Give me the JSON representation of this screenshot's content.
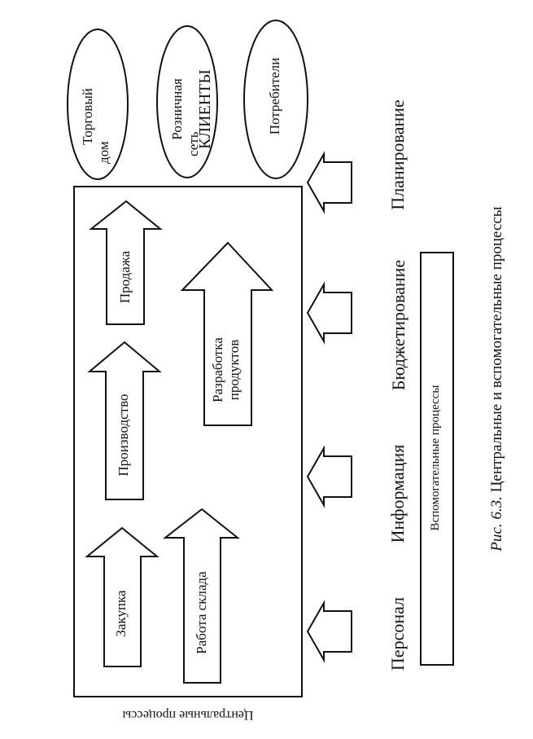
{
  "clients": {
    "title": "КЛИЕНТЫ",
    "items": [
      {
        "line1": "Торговый",
        "line2": "дом"
      },
      {
        "line1": "Розничная",
        "line2": "сеть"
      },
      {
        "line1": "Потребители",
        "line2": ""
      }
    ]
  },
  "central": {
    "label": "Центральные процессы",
    "arrows": {
      "zakupka": "Закупка",
      "proizvodstvo": "Производство",
      "prodazha": "Продажа",
      "rabota_sklada": "Работа склада",
      "razrabotka_line1": "Разработка",
      "razrabotka_line2": "продуктов"
    }
  },
  "support": {
    "items": [
      "Персонал",
      "Информация",
      "Бюджетирование",
      "Планирование"
    ],
    "box_label": "Вспомогательные процессы"
  },
  "caption": {
    "prefix": "Рис. 6.3.",
    "text": "Центральные и вспомогательные процессы"
  }
}
